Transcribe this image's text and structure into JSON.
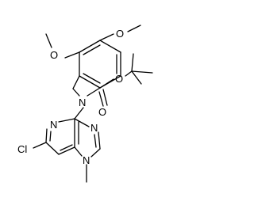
{
  "molecule": {
    "atom_labels": {
      "O_para": "O",
      "O_ortho": "O",
      "O_ester": "O",
      "O_carbonyl": "O",
      "N_amine": "N",
      "N_pyridine": "N",
      "N_imidazole_3": "N",
      "N_imidazole_1": "N",
      "Cl": "Cl"
    }
  }
}
